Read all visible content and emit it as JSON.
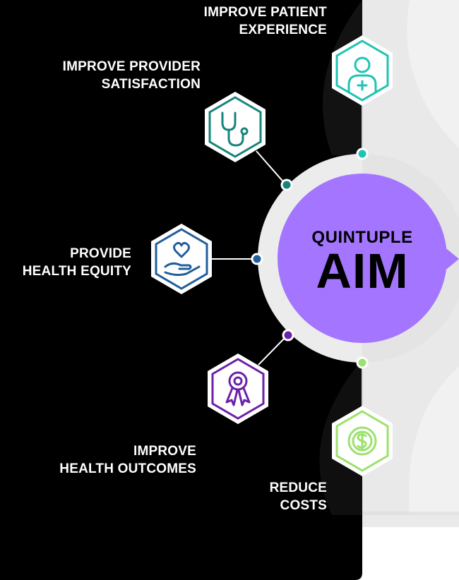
{
  "center": {
    "subtitle": "QUINTUPLE",
    "title": "AIM",
    "color": "#a475ff"
  },
  "aims": [
    {
      "line1": "IMPROVE PATIENT",
      "line2": "EXPERIENCE",
      "icon": "patient-icon",
      "color": "#1fc3b3"
    },
    {
      "line1": "IMPROVE PROVIDER",
      "line2": "SATISFACTION",
      "icon": "stethoscope-icon",
      "color": "#17847a"
    },
    {
      "line1": "PROVIDE",
      "line2": "HEALTH EQUITY",
      "icon": "heart-hand-icon",
      "color": "#215e9a"
    },
    {
      "line1": "IMPROVE",
      "line2": "HEALTH OUTCOMES",
      "icon": "award-ribbon-icon",
      "color": "#6b21a8"
    },
    {
      "line1": "REDUCE",
      "line2": "COSTS",
      "icon": "dollar-coin-icon",
      "color": "#9be26b"
    }
  ],
  "colors": {
    "left_panel": "#000000",
    "right_panel": "#e9e9e9",
    "ring": "#ececec"
  }
}
